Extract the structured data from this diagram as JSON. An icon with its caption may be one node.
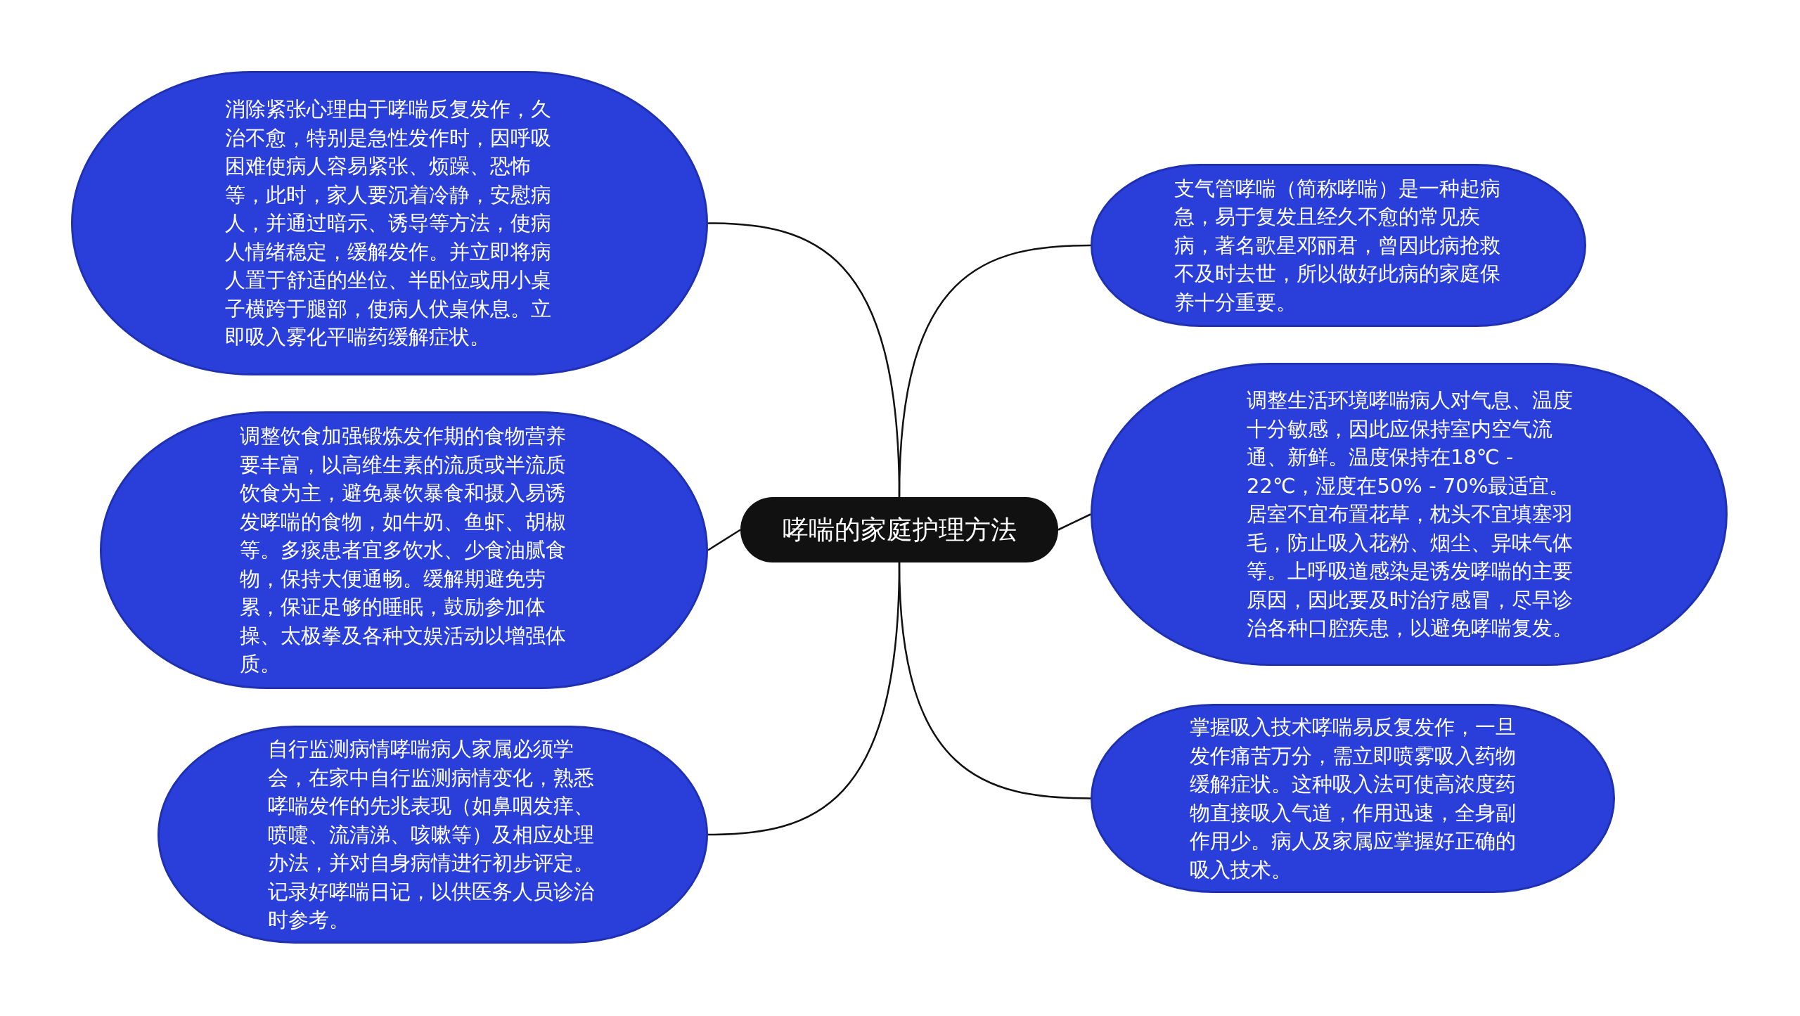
{
  "diagram": {
    "nodes": [
      {
        "text": [
          "哮喘的家庭护理方法"
        ]
      },
      {
        "text": [
          "消除紧张心理由于哮喘反复发作，久治不愈，特别是急性发作时，因呼吸困难使病人容易紧张、烦躁、恐怖等，此时，家人要沉着冷静，安慰病人，并通过暗示、诱导等方法，使病人情绪稳定，缓解发作。并立即将病人置于舒适的坐位、半卧位或用小桌子横跨于腿部，使病人伏桌休息。立即吸入雾化平喘药缓解症状。"
        ]
      },
      {
        "text": [
          "调整饮食加强锻炼发作期的食物营养要丰富，以高维生素的流质或半流质饮食为主，避免暴饮暴食和摄入易诱发哮喘的食物，如牛奶、鱼虾、胡椒等。多痰患者宜多饮水、少食油腻食物，保持大便通畅。缓解期避免劳累，保证足够的睡眠，鼓励参加体操、太极拳及各种文娱活动以增强体质。"
        ]
      },
      {
        "text": [
          "自行监测病情哮喘病人家属必须学会，在家中自行监测病情变化，熟悉哮喘发作的先兆表现（如鼻咽发痒、喷嚏、流清涕、咳嗽等）及相应处理办法，并对自身病情进行初步评定。记录好哮喘日记，以供医务人员诊治时参考。"
        ]
      },
      {
        "text": [
          "支气管哮喘（简称哮喘）是一种起病急，易于复发且经久不愈的常见疾病，著名歌星邓丽君，曾因此病抢救不及时去世，所以做好此病的家庭保养十分重要。"
        ]
      },
      {
        "text": [
          "调整生活环境哮喘病人对气息、温度十分敏感，因此应保持室内空气流通、新鲜。温度保持在18℃ - 22℃，湿度在50% - 70%最适宜。居室不宜布置花草，枕头不宜填塞羽毛，防止吸入花粉、烟尘、异味气体等。上呼吸道感染是诱发哮喘的主要原因，因此要及时治疗感冒，尽早诊治各种口腔疾患，以避免哮喘复发。"
        ]
      },
      {
        "text": [
          "掌握吸入技术哮喘易反复发作，一旦发作痛苦万分，需立即喷雾吸入药物缓解症状。这种吸入法可使高浓度药物直接吸入气道，作用迅速，全身副作用少。病人及家属应掌握好正确的吸入技术。"
        ]
      }
    ],
    "edges": [
      {
        "from": 0,
        "to": 1,
        "arrow": "none"
      },
      {
        "from": 0,
        "to": 2,
        "arrow": "none"
      },
      {
        "from": 0,
        "to": 3,
        "arrow": "none"
      },
      {
        "from": 0,
        "to": 4,
        "arrow": "none"
      },
      {
        "from": 0,
        "to": 5,
        "arrow": "none"
      },
      {
        "from": 0,
        "to": 6,
        "arrow": "none"
      }
    ]
  }
}
